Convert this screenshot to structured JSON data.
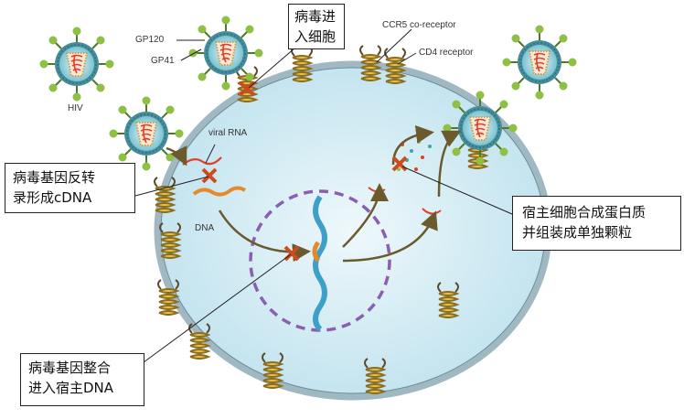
{
  "labels": {
    "hiv": "HIV",
    "gp120": "GP120",
    "gp41": "GP41",
    "ccr5": "CCR5 co-receptor",
    "cd4": "CD4 receptor",
    "viral_rna": "viral RNA",
    "dna": "DNA"
  },
  "callouts": {
    "entry": [
      "病毒进",
      "入细胞"
    ],
    "reverse_transcription": [
      "病毒基因反转",
      "录形成cDNA"
    ],
    "integration": [
      "病毒基因整合",
      "进入宿主DNA"
    ],
    "assembly": [
      "宿主细胞合成蛋白质",
      "并组装成单独颗粒"
    ]
  },
  "colors": {
    "cell_fill": "#d7eef6",
    "membrane": "#9fb8c2",
    "virus_envelope": "#3f8fa0",
    "spike": "#7fae3a",
    "rna": "#e0402a",
    "inhibitor_x": "#d04a20",
    "nucleus_border": "#8a5fb0",
    "arrow": "#6b5a2e"
  }
}
